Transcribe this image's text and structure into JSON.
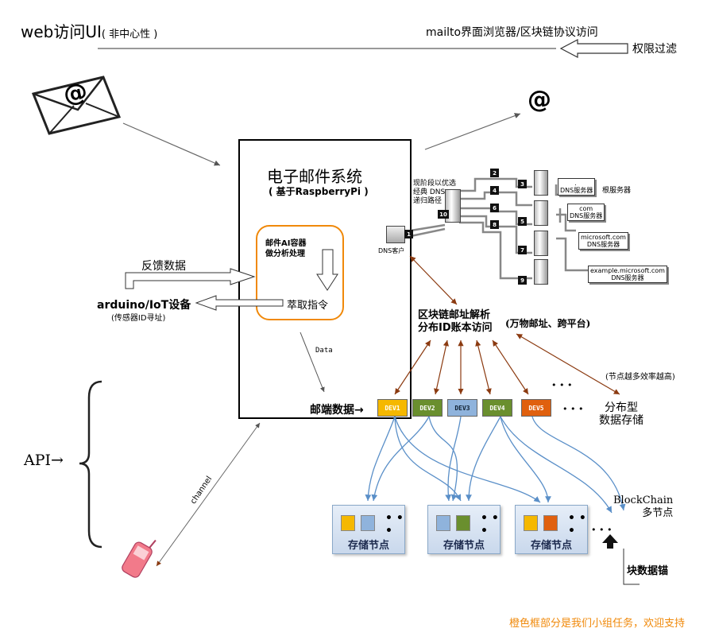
{
  "header": {
    "title": "web访问UI",
    "title_note": "( 非中心性 )",
    "mailto_label": "mailto界面浏览器/区块链协议访问",
    "permission_filter": "权限过滤"
  },
  "email": {
    "envelope_symbol": "@",
    "target_symbol": "@"
  },
  "system": {
    "title": "电子邮件系统",
    "subtitle": "( 基于RaspberryPi )",
    "ai_label": "邮件AI容器\n做分析处理",
    "command_label": "萃取指令",
    "data_label": "Data",
    "mail_data_label": "邮端数据→"
  },
  "iot": {
    "feedback_label": "反馈数据",
    "device_label": "arduino/IoT设备",
    "device_note": "(传感器ID寻址)"
  },
  "dns": {
    "note": "现阶段以优选\n经典 DNS\n递归路径",
    "client_label": "DNS客户",
    "steps": [
      "1",
      "2",
      "3",
      "4",
      "5",
      "6",
      "7",
      "8",
      "9",
      "10"
    ],
    "servers": [
      {
        "label": ". \nDNS服务器",
        "suffix": "根服务器"
      },
      {
        "label": "com\nDNS服务器",
        "suffix": ""
      },
      {
        "label": "microsoft.com\nDNS服务器",
        "suffix": ""
      },
      {
        "label": "example.microsoft.com\nDNS服务器",
        "suffix": ""
      }
    ]
  },
  "blockchain": {
    "resolver_label": "区块链邮址解析\n分布ID账本访问",
    "resolver_note": "(万物邮址、跨平台)",
    "efficiency_note": "(节点越多效率越高)",
    "distributed_label": "分布型\n数据存储",
    "ellipsis": "• • •",
    "devices": [
      {
        "label": "DEV1",
        "color": "#f5b800"
      },
      {
        "label": "DEV2",
        "color": "#6a8f2e"
      },
      {
        "label": "DEV3",
        "color": "#8fb3dc"
      },
      {
        "label": "DEV4",
        "color": "#6a8f2e"
      },
      {
        "label": "DEV5",
        "color": "#e0600e"
      }
    ],
    "storage_nodes": [
      {
        "label": "存储节点",
        "colors": [
          "#f5b800",
          "#8fb3dc"
        ]
      },
      {
        "label": "存储节点",
        "colors": [
          "#8fb3dc",
          "#6a8f2e"
        ]
      },
      {
        "label": "存储节点",
        "colors": [
          "#f5b800",
          "#e0600e"
        ]
      }
    ],
    "store_dots": "• • •",
    "multi_node_label": "BlockChain\n多节点",
    "anchor_label": "块数据锚"
  },
  "api": {
    "label": "API→",
    "channel_label": "channel"
  },
  "footer": {
    "note": "橙色框部分是我们小组任务，欢迎支持"
  },
  "colors": {
    "accent_orange": "#f0890a",
    "arrow_blue": "#5a8fc8",
    "arrow_brown": "#8b3a10",
    "footer_text": "#f0890a"
  }
}
